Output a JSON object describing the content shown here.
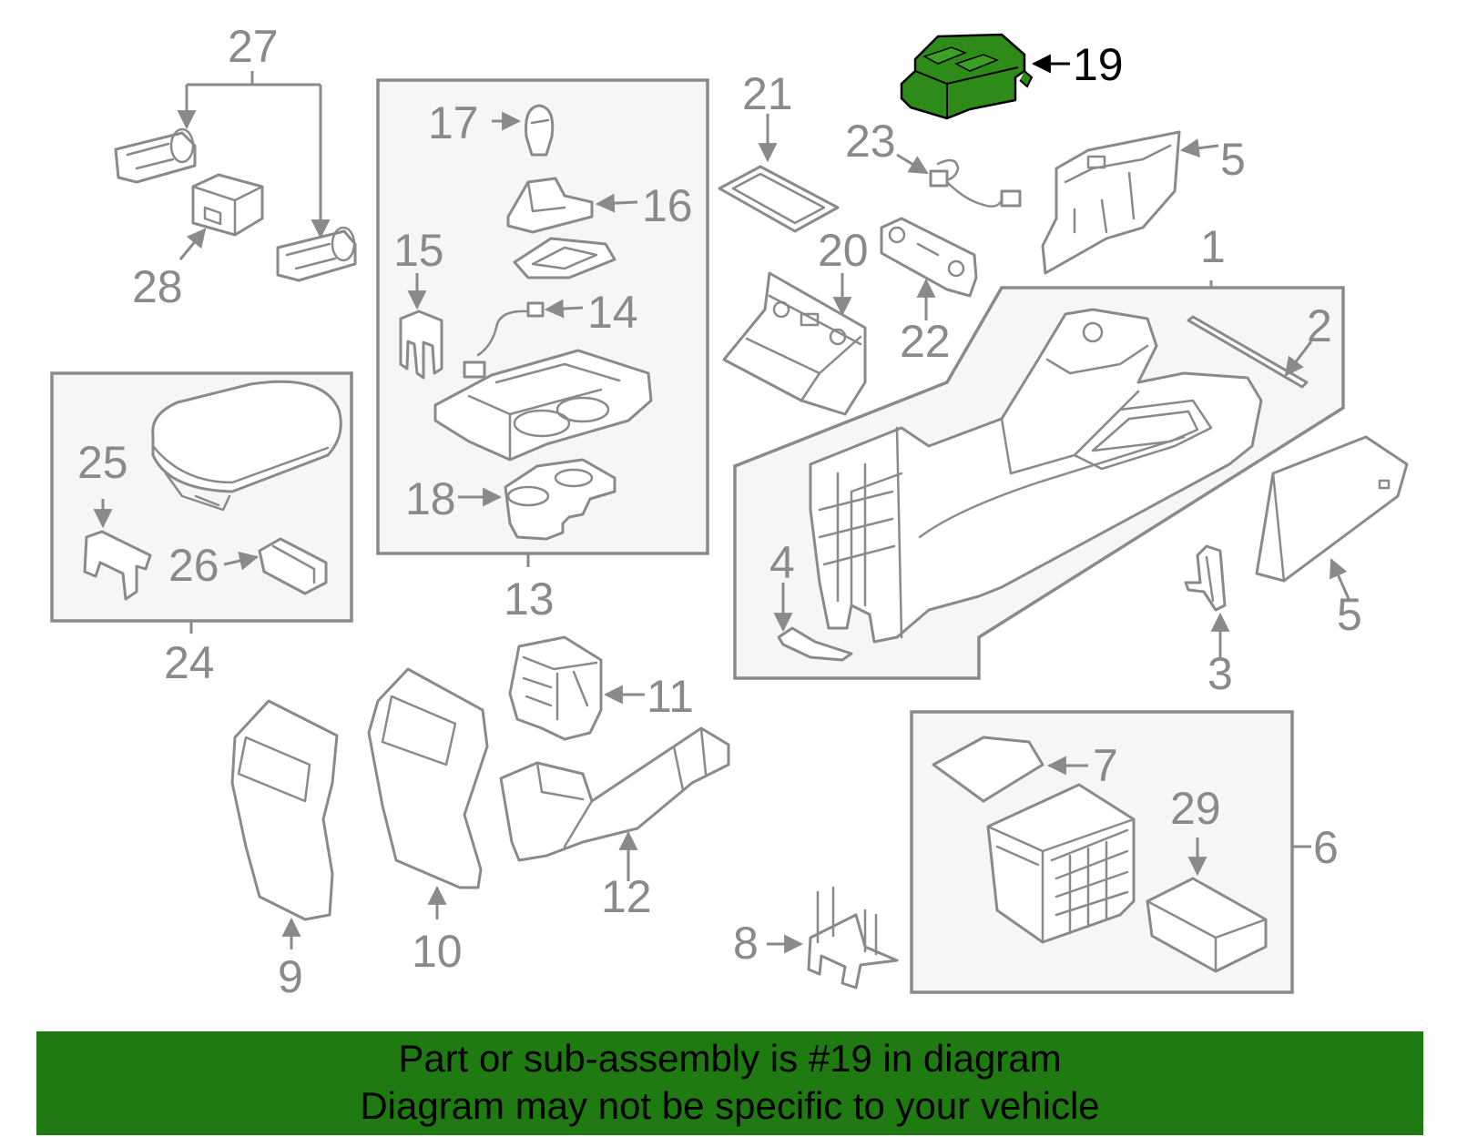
{
  "labels": {
    "p1": "1",
    "p2": "2",
    "p3": "3",
    "p4": "4",
    "p5a": "5",
    "p5b": "5",
    "p6": "6",
    "p7": "7",
    "p8": "8",
    "p9": "9",
    "p10": "10",
    "p11": "11",
    "p12": "12",
    "p13": "13",
    "p14": "14",
    "p15": "15",
    "p16": "16",
    "p17": "17",
    "p18": "18",
    "p19": "19",
    "p20": "20",
    "p21": "21",
    "p22": "22",
    "p23": "23",
    "p24": "24",
    "p25": "25",
    "p26": "26",
    "p27": "27",
    "p28": "28",
    "p29": "29"
  },
  "highlight": {
    "part": "19",
    "color": "#2e8b1a",
    "label_prefix": "←"
  },
  "banner": {
    "line1": "Part or sub-assembly is #19 in diagram",
    "line2": "Diagram may not be specific to your vehicle",
    "background": "#1f7a12"
  },
  "colors": {
    "line": "#8a8a8a",
    "panel_fill": "#f6f6f6"
  }
}
